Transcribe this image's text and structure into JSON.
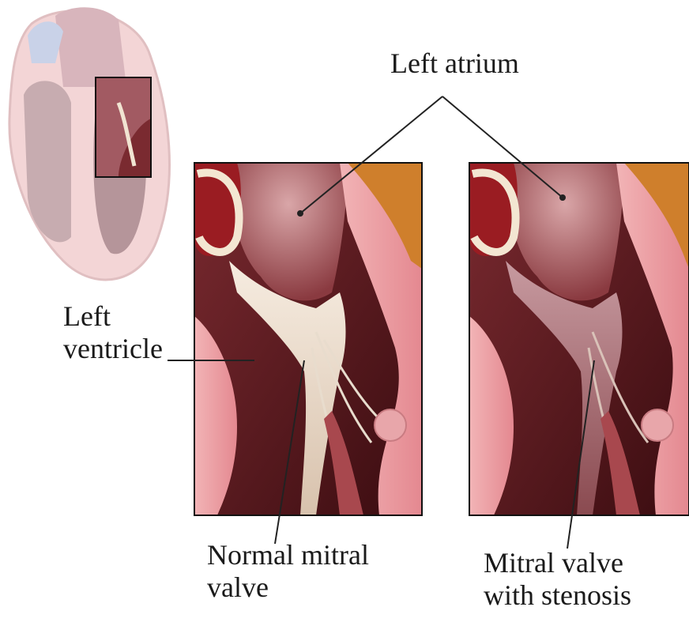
{
  "labels": {
    "left_atrium": "Left atrium",
    "left_ventricle": [
      "Left",
      "ventricle"
    ],
    "normal_valve": [
      "Normal mitral",
      "valve"
    ],
    "stenosis_valve": [
      "Mitral valve",
      "with stenosis"
    ]
  },
  "colors": {
    "muscle_pink": "#e89aa0",
    "chamber_dark": "#5a1a1e",
    "valve_cream": "#efe1cf",
    "fat_orange": "#d08a2a",
    "leader_line": "#222222"
  }
}
